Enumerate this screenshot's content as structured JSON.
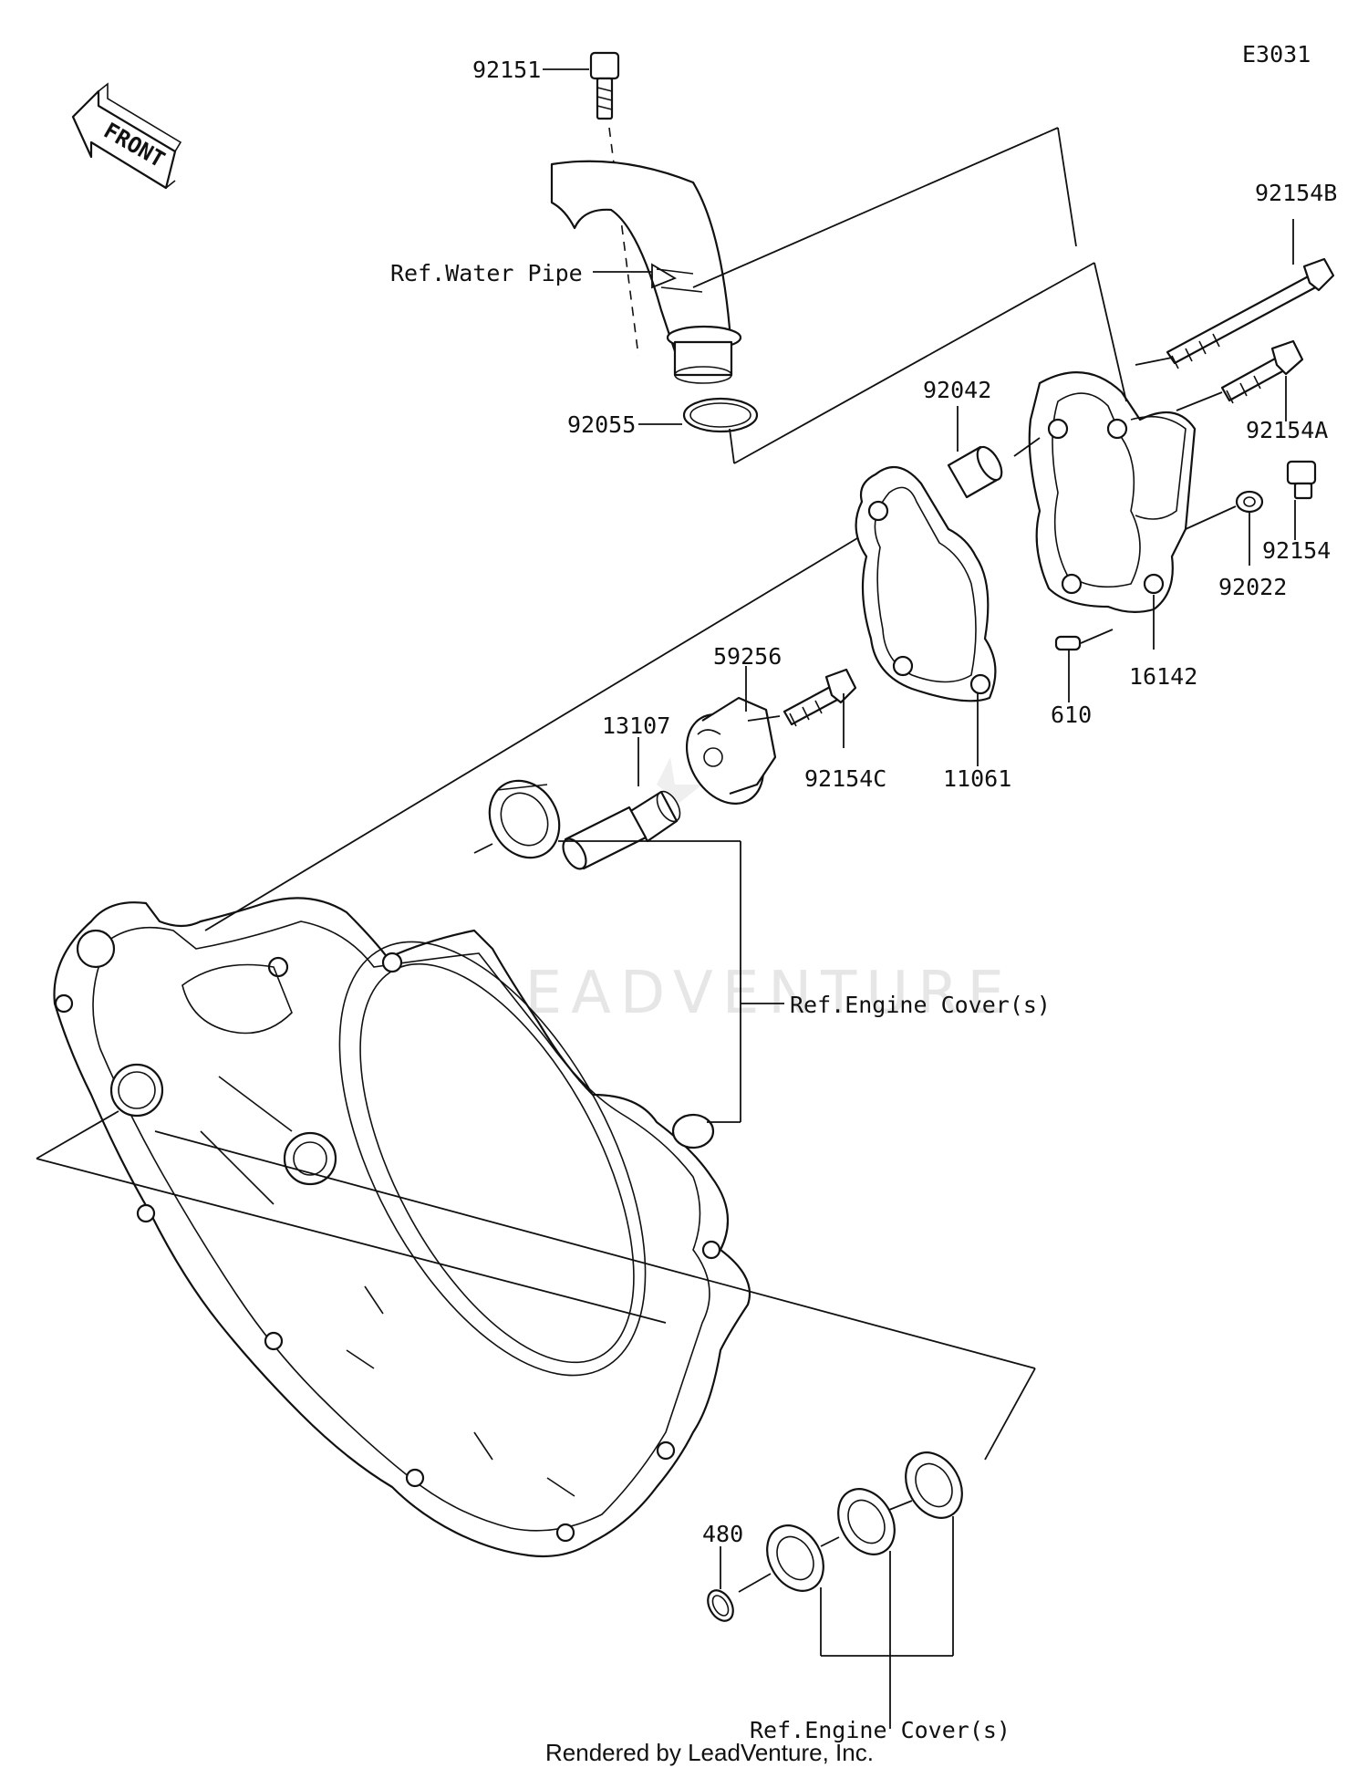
{
  "diagram_code": "E3031",
  "front_label": "FRONT",
  "watermark": "LEADVENTURE",
  "footer": "Rendered by LeadVenture, Inc.",
  "parts": {
    "p92151": "92151",
    "p92154B": "92154B",
    "p92154A": "92154A",
    "p92154": "92154",
    "p92042": "92042",
    "p92055": "92055",
    "p92022": "92022",
    "p16142": "16142",
    "p610": "610",
    "p59256": "59256",
    "p13107": "13107",
    "p92154C": "92154C",
    "p11061": "11061",
    "p480": "480"
  },
  "refs": {
    "water_pipe": "Ref.Water Pipe",
    "engine_cover_1": "Ref.Engine Cover(s)",
    "engine_cover_2": "Ref.Engine Cover(s)"
  }
}
